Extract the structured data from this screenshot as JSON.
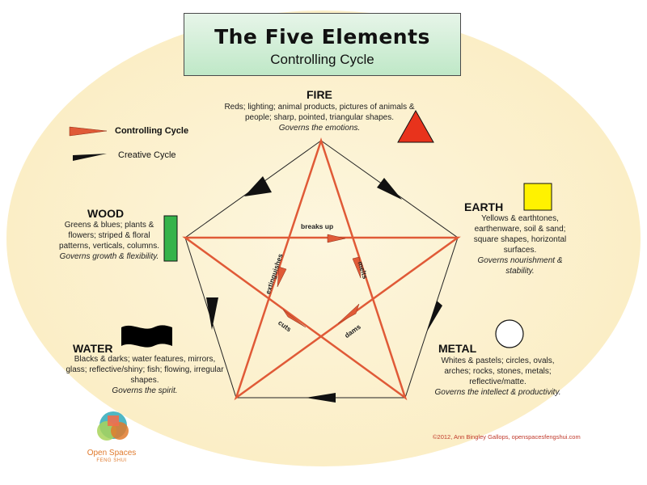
{
  "title": {
    "main": "The Five Elements",
    "sub": "Controlling Cycle"
  },
  "legend": {
    "controlling": "Controlling Cycle",
    "creative": "Creative Cycle"
  },
  "elements": {
    "fire": {
      "name": "FIRE",
      "desc": "Reds; lighting; animal products, pictures of animals & people; sharp, pointed, triangular shapes.",
      "governs": "Governs the emotions."
    },
    "earth": {
      "name": "EARTH",
      "desc": "Yellows & earthtones, earthenware, soil & sand; square shapes, horizontal surfaces.",
      "governs": "Governs nourishment & stability."
    },
    "metal": {
      "name": "METAL",
      "desc": "Whites & pastels; circles, ovals, arches; rocks, stones, metals; reflective/matte.",
      "governs": "Governs the intellect & productivity."
    },
    "water": {
      "name": "WATER",
      "desc": "Blacks & darks; water features, mirrors, glass; reflective/shiny; fish; flowing, irregular shapes.",
      "governs": "Governs the spirit."
    },
    "wood": {
      "name": "WOOD",
      "desc": "Greens & blues; plants & flowers; striped & floral patterns, verticals, columns.",
      "governs": "Governs growth & flexibility."
    }
  },
  "edge_labels": {
    "breaks_up": "breaks up",
    "melts": "melts",
    "dams": "dams",
    "cuts": "cuts",
    "extinguishes": "extinguishes"
  },
  "copyright": "©2012, Ann Bingley Gallops, openspacesfengshui.com",
  "logo": {
    "name": "Open Spaces",
    "tagline": "FENG SHUI"
  },
  "colors": {
    "controlling": "#e05a37",
    "creative": "#111111",
    "fire": "#e8331c",
    "earth": "#fff200",
    "wood": "#35b34a",
    "water": "#000000",
    "metal": "#ffffff",
    "background": "#fdf5dc",
    "title_bg": "#c8ecd0"
  }
}
